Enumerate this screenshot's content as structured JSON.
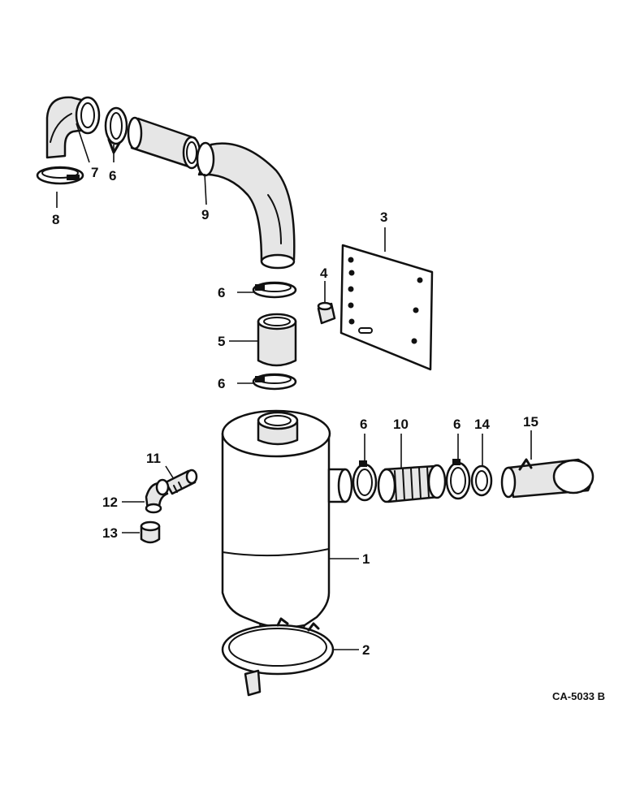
{
  "drawing_id": "CA-5033 B",
  "callouts": {
    "c1": "1",
    "c2": "2",
    "c3": "3",
    "c4": "4",
    "c5": "5",
    "c6a": "6",
    "c6b": "6",
    "c6c": "6",
    "c6d": "6",
    "c6e": "6",
    "c7": "7",
    "c8": "8",
    "c9": "9",
    "c10": "10",
    "c11": "11",
    "c12": "12",
    "c13": "13",
    "c14": "14",
    "c15": "15"
  }
}
